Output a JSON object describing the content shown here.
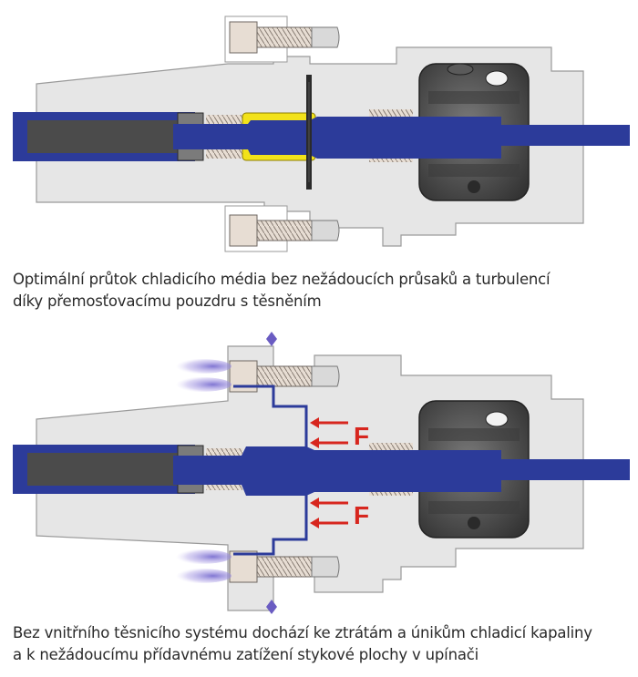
{
  "colors": {
    "body_gray": "#e6e6e6",
    "outline": "#9a9a9a",
    "coolant_blue": "#2c3b9a",
    "seal_yellow": "#f2e21a",
    "force_red": "#d7261e",
    "nut_dark": "#4a4a4a",
    "screw_tan": "#e7ddd3",
    "leak_violet": "#7a6fd0"
  },
  "top_panel": {
    "caption_lines": [
      "Optimální průtok chladicího média bez nežádoucích průsaků a turbulencí",
      "díky přemosťovacímu pouzdru s těsněním"
    ]
  },
  "bottom_panel": {
    "force_label_upper": "F",
    "force_label_lower": "F",
    "caption_lines": [
      "Bez vnitřního těsnicího systému dochází ke ztrátám a únikům chladicí kapaliny",
      "a k nežádoucímu přídavnému zatížení stykové plochy v upínači"
    ]
  }
}
